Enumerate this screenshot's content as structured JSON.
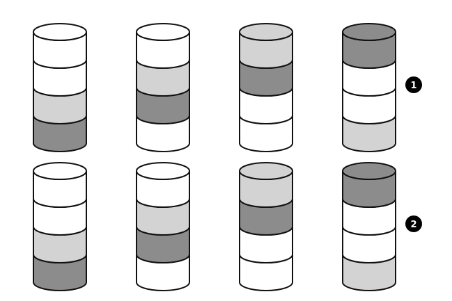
{
  "colors": {
    "empty": "#ffffff",
    "light": "#d3d3d3",
    "dark": "#8c8c8c",
    "outline": "#111111",
    "callout_fill": "#000000",
    "callout_text": "#ffffff"
  },
  "rows": [
    {
      "callout": "1",
      "cylinders": [
        {
          "segments": [
            "empty",
            "empty",
            "light",
            "dark"
          ]
        },
        {
          "segments": [
            "empty",
            "light",
            "dark",
            "empty"
          ]
        },
        {
          "segments": [
            "light",
            "dark",
            "empty",
            "empty"
          ]
        },
        {
          "segments": [
            "dark",
            "empty",
            "empty",
            "light"
          ]
        }
      ]
    },
    {
      "callout": "2",
      "cylinders": [
        {
          "segments": [
            "empty",
            "empty",
            "light",
            "dark"
          ]
        },
        {
          "segments": [
            "empty",
            "light",
            "dark",
            "empty"
          ]
        },
        {
          "segments": [
            "light",
            "dark",
            "empty",
            "empty"
          ]
        },
        {
          "segments": [
            "dark",
            "empty",
            "empty",
            "light"
          ]
        }
      ]
    }
  ]
}
